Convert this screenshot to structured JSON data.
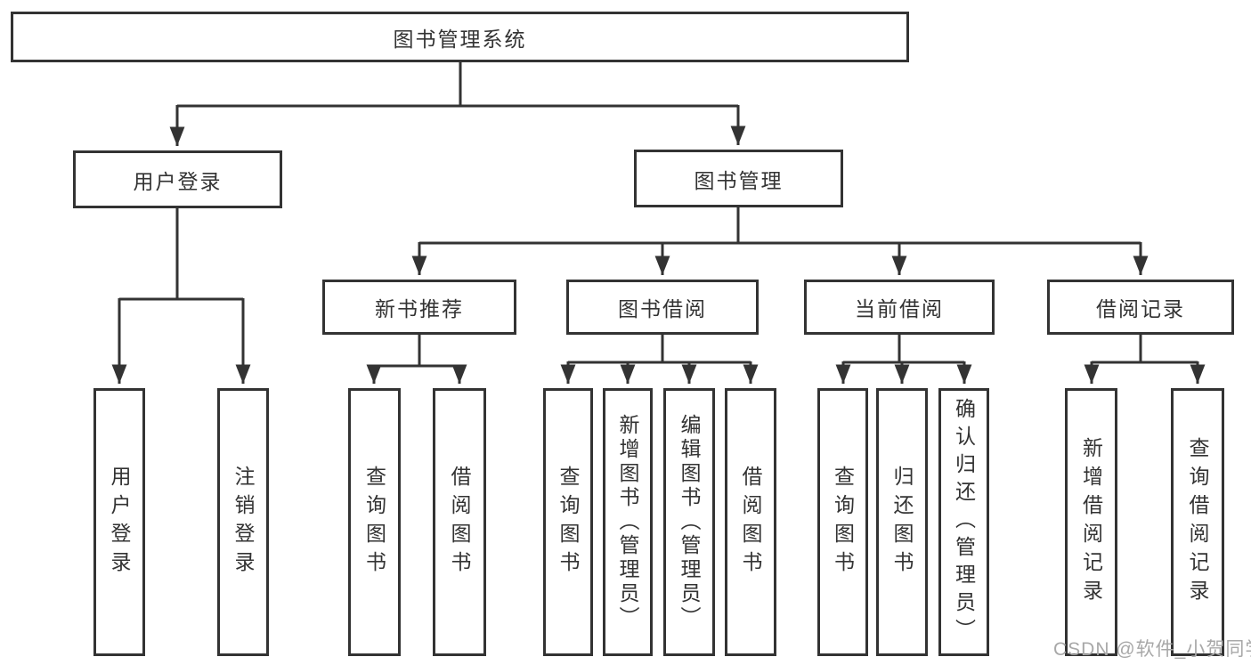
{
  "diagram_title": "图书管理系统",
  "nodes": {
    "root": "图书管理系统",
    "user_login": "用户登录",
    "book_mgmt": "图书管理",
    "new_book_rec": "新书推荐",
    "book_borrow": "图书借阅",
    "current_borrow": "当前借阅",
    "borrow_records": "借阅记录",
    "ul_login": "用户登录",
    "ul_logout": "注销登录",
    "nb_query": "查询图书",
    "nb_borrow": "借阅图书",
    "bb_query": "查询图书",
    "bb_add": "新增图书（管理员）",
    "bb_edit": "编辑图书（管理员）",
    "bb_borrow": "借阅图书",
    "cb_query": "查询图书",
    "cb_return": "归还图书",
    "cb_confirm": "确认归还（管理员）",
    "br_add": "新增借阅记录",
    "br_query": "查询借阅记录"
  },
  "hierarchy": {
    "图书管理系统": {
      "用户登录": [
        "用户登录",
        "注销登录"
      ],
      "图书管理": {
        "新书推荐": [
          "查询图书",
          "借阅图书"
        ],
        "图书借阅": [
          "查询图书",
          "新增图书（管理员）",
          "编辑图书（管理员）",
          "借阅图书"
        ],
        "当前借阅": [
          "查询图书",
          "归还图书",
          "确认归还（管理员）"
        ],
        "借阅记录": [
          "新增借阅记录",
          "查询借阅记录"
        ]
      }
    }
  },
  "watermark": "CSDN @软件_小贺同学",
  "colors": {
    "line": "#333333",
    "box_border": "#333333",
    "text": "#333333",
    "watermark": "#a8a8a8",
    "background": "#ffffff"
  }
}
